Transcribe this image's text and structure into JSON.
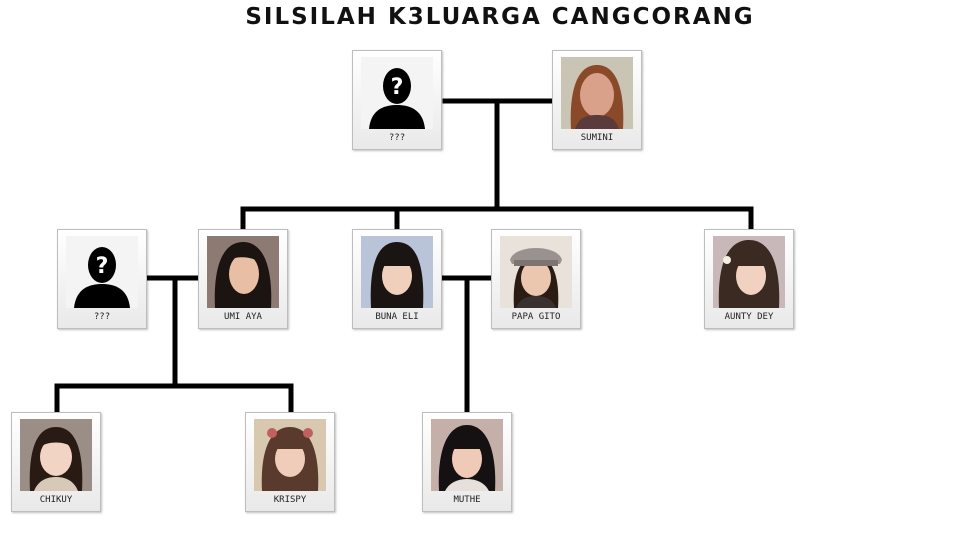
{
  "title": "SILSILAH K3LUARGA CANGCORANG",
  "members": {
    "unknown_grandfather": {
      "name": "???",
      "icon": "unknown-silhouette-icon"
    },
    "sumini": {
      "name": "SUMINI",
      "icon": "portrait-photo",
      "tone": "#d9a08a",
      "hair": "#8a4a2a",
      "bg": "#c9c4b4"
    },
    "unknown_spouse": {
      "name": "???",
      "icon": "unknown-silhouette-icon"
    },
    "umi_aya": {
      "name": "UMI AYA",
      "icon": "portrait-photo",
      "tone": "#e8bfa4",
      "hair": "#1c1410",
      "bg": "#8d7a72"
    },
    "buna_eli": {
      "name": "BUNA ELI",
      "icon": "portrait-photo",
      "tone": "#f0d0bd",
      "hair": "#1a1412",
      "bg": "#b9c4d8"
    },
    "papa_gito": {
      "name": "PAPA GITO",
      "icon": "portrait-photo",
      "tone": "#ecc7b0",
      "hair": "#2a1c14",
      "bg": "#e8e2da"
    },
    "aunty_dey": {
      "name": "AUNTY DEY",
      "icon": "portrait-photo",
      "tone": "#f1d2c0",
      "hair": "#3a2a22",
      "bg": "#c8b8ba"
    },
    "chikuy": {
      "name": "CHIKUY",
      "icon": "portrait-photo",
      "tone": "#f2d4c4",
      "hair": "#2a1a14",
      "bg": "#9a8e86"
    },
    "krispy": {
      "name": "KRISPY",
      "icon": "portrait-photo",
      "tone": "#f0cdbb",
      "hair": "#5a3a2c",
      "bg": "#d8c8b0"
    },
    "muthe": {
      "name": "MUTHE",
      "icon": "portrait-photo",
      "tone": "#efcab6",
      "hair": "#151012",
      "bg": "#c4b0a8"
    }
  }
}
